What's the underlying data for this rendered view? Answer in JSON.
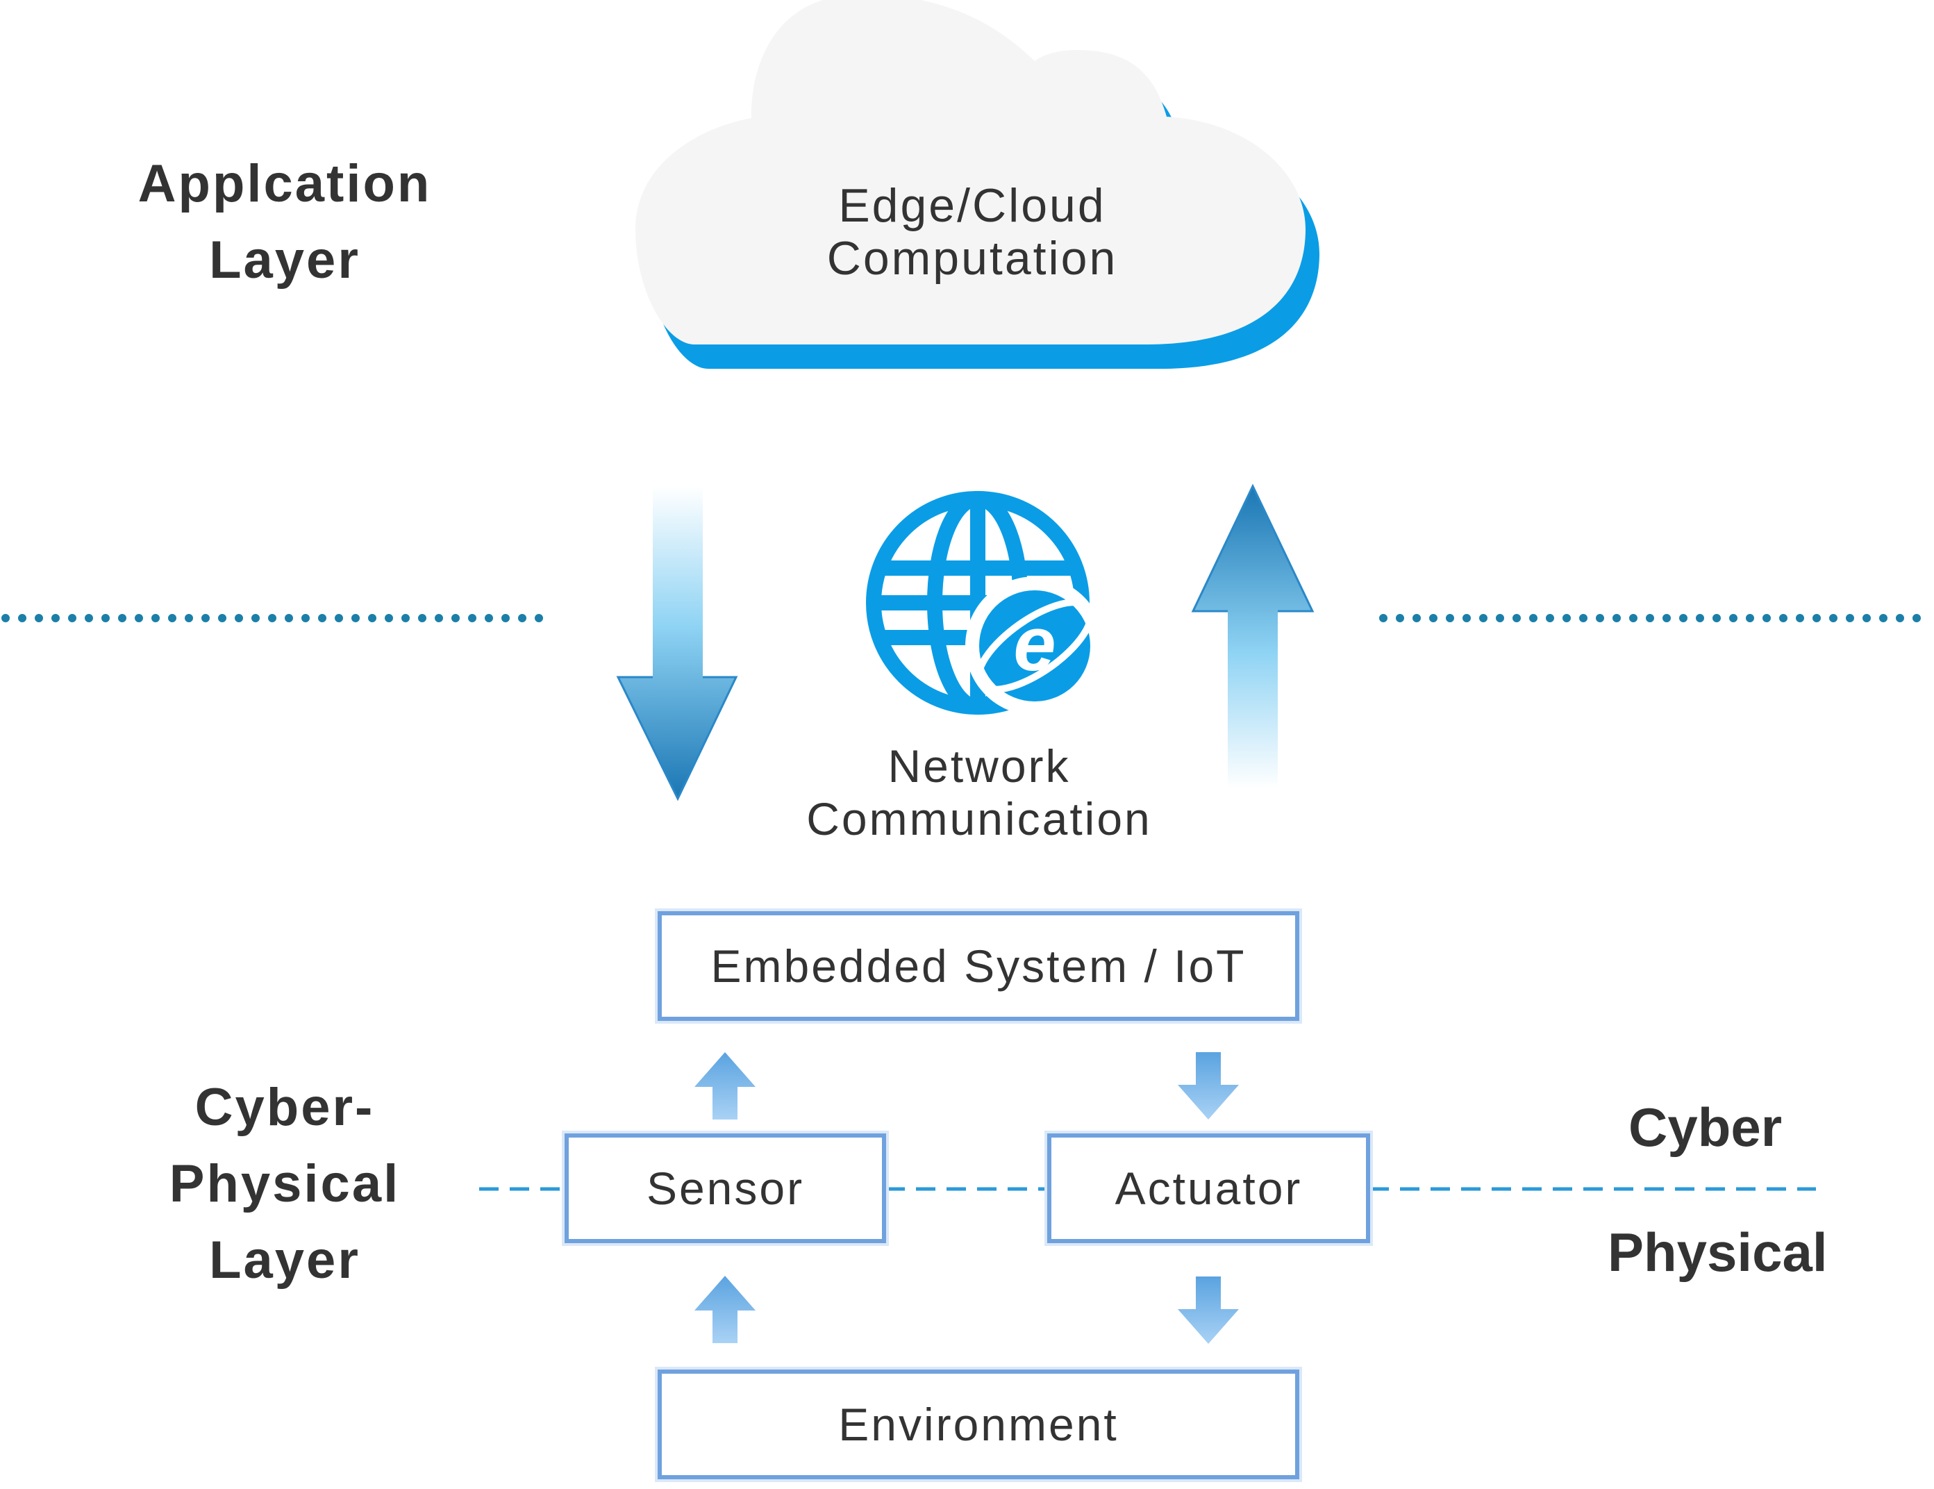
{
  "application_layer": {
    "line1": "Applcation",
    "line2": "Layer"
  },
  "cyber_physical_layer": {
    "line1": "Cyber-",
    "line2": "Physical",
    "line3": "Layer"
  },
  "cloud": {
    "line1": "Edge/Cloud",
    "line2": "Computation"
  },
  "network": {
    "line1": "Network",
    "line2": "Communication",
    "icon": "globe-ie-icon"
  },
  "boxes": {
    "embedded": "Embedded System / IoT",
    "sensor": "Sensor",
    "actuator": "Actuator",
    "environment": "Environment"
  },
  "side_labels": {
    "cyber": "Cyber",
    "physical": "Physical"
  },
  "colors": {
    "accent": "#0a9de6",
    "dotted_line": "#1b7fa8",
    "box_border": "#6fa1de",
    "dashed_line": "#2a9ad8",
    "small_arrow": "#7bb4e8",
    "text": "#333333",
    "cloud_fill": "#f5f5f5"
  }
}
